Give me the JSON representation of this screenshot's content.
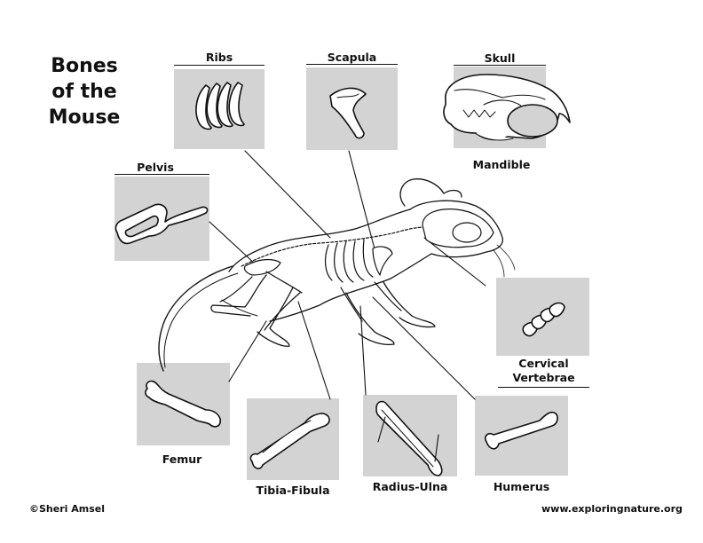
{
  "title": {
    "line1": "Bones",
    "line2": "of the",
    "line3": "Mouse"
  },
  "labels": {
    "ribs": "Ribs",
    "scapula": "Scapula",
    "skull": "Skull",
    "mandible": "Mandible",
    "pelvis": "Pelvis",
    "cervical_line1": "Cervical",
    "cervical_line2": "Vertebrae",
    "femur": "Femur",
    "tibia_fibula": "Tibia-Fibula",
    "radius_ulna": "Radius-Ulna",
    "humerus": "Humerus"
  },
  "footer": {
    "copyright": "©Sheri Amsel",
    "website": "www.exploringnature.org"
  },
  "colors": {
    "panel": "#d3d3d3",
    "ink": "#111111"
  }
}
